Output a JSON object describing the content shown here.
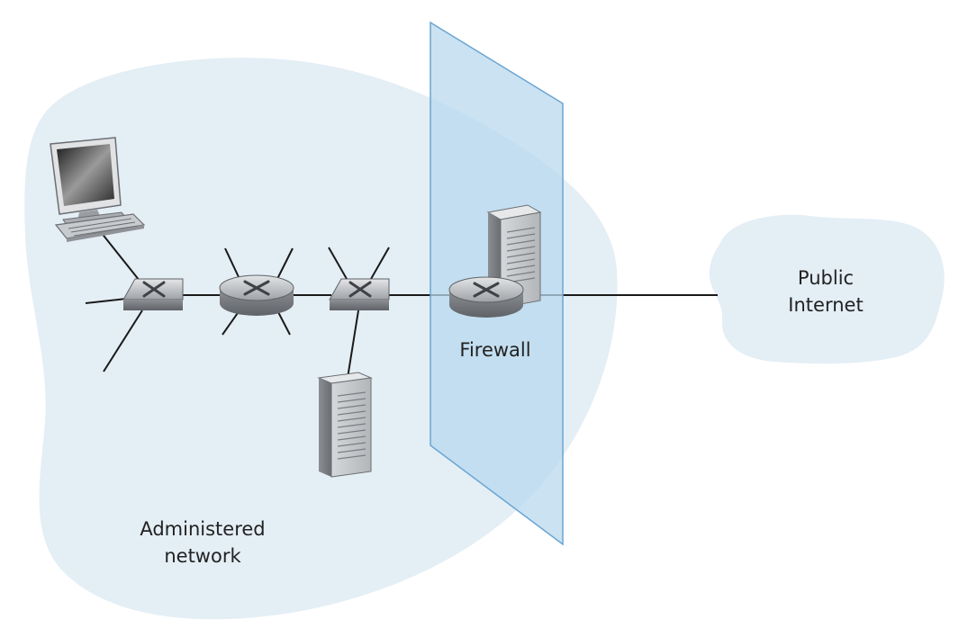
{
  "labels": {
    "administered_network": [
      "Administered",
      "network"
    ],
    "firewall": "Firewall",
    "public_internet": [
      "Public",
      "Internet"
    ]
  },
  "colors": {
    "administered_cloud": "#e4eef5",
    "internet_cloud": "#e4eef5",
    "firewall_panel": "#b8d8ee",
    "firewall_edge": "#6aa5d2",
    "link": "#1a1a1a",
    "device_gray": "#b9bcbf",
    "device_dark": "#6e7276"
  },
  "icons": [
    "computer-icon",
    "switch-icon",
    "router-icon",
    "server-icon",
    "firewall-panel"
  ]
}
